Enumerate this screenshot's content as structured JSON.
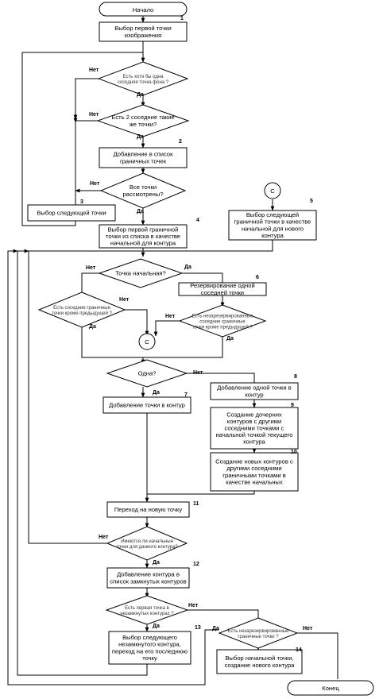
{
  "terminals": {
    "start": "Начало",
    "end": "Конец"
  },
  "connectors": {
    "c": "C"
  },
  "blocks": {
    "b1": {
      "num": "1",
      "lines": [
        "Выбор первой точки",
        "изображения"
      ]
    },
    "b2": {
      "num": "2",
      "lines": [
        "Добавление в список",
        "граничных точек"
      ]
    },
    "b3": {
      "num": "3",
      "lines": [
        "Выбор следующей точки"
      ]
    },
    "b4": {
      "num": "4",
      "lines": [
        "Выбор первой граничной",
        "точки из списка в качестве",
        "начальной для контура"
      ]
    },
    "b5": {
      "num": "5",
      "lines": [
        "Выбор следующей",
        "граничной точки в качестве",
        "начальной для нового",
        "контура"
      ]
    },
    "b6": {
      "num": "6",
      "lines": [
        "Резервирование одной",
        "соседней точки"
      ]
    },
    "b7": {
      "num": "7",
      "lines": [
        "Добавление точки в контур"
      ]
    },
    "b8": {
      "num": "8",
      "lines": [
        "Добавление одной точки в",
        "контур"
      ]
    },
    "b9": {
      "num": "9",
      "lines": [
        "Создание дочерних",
        "контуров с другими",
        "соседними точками с",
        "начальной точкой текущего",
        "контура"
      ]
    },
    "b10": {
      "num": "10",
      "lines": [
        "Создание новых контуров с",
        "другими соседними",
        "граничными точками в",
        "качестве начальных"
      ]
    },
    "b11": {
      "num": "11",
      "lines": [
        "Переход на новую точку"
      ]
    },
    "b12": {
      "num": "12",
      "lines": [
        "Добавление контура в",
        "список замкнутых контуров"
      ]
    },
    "b13": {
      "num": "13",
      "lines": [
        "Выбор следующего",
        "незамкнутого контура,",
        "переход на его последнюю",
        "точку"
      ]
    },
    "b14": {
      "num": "14",
      "lines": [
        "Выбор начальной точки,",
        "создание нового контура"
      ]
    }
  },
  "decisions": {
    "d1": [
      "Есть хотя бы одна",
      "соседняя точка фона ?"
    ],
    "d2": [
      "Есть 2 соседние такие",
      "же точки?"
    ],
    "d3": [
      "Все точки",
      "рассмотрены?"
    ],
    "d4": [
      "Точка начальная?"
    ],
    "d5": [
      "Есть соседние граничные",
      "точки кроме предыдущей ?"
    ],
    "d6": [
      "Есть незарезервированные",
      "соседние граничные",
      "точки кроме предыдущей ?"
    ],
    "d7": [
      "Одна?"
    ],
    "d8": [
      "Имеются ли начальные",
      "точки для данного контура?"
    ],
    "d9": [
      "Есть первая точка в",
      "незамкнутых контурах ?"
    ],
    "d10": [
      "Есть незарезервированные",
      "граничные точки ?"
    ]
  },
  "labels": {
    "yes": "Да",
    "no": "Нет"
  }
}
